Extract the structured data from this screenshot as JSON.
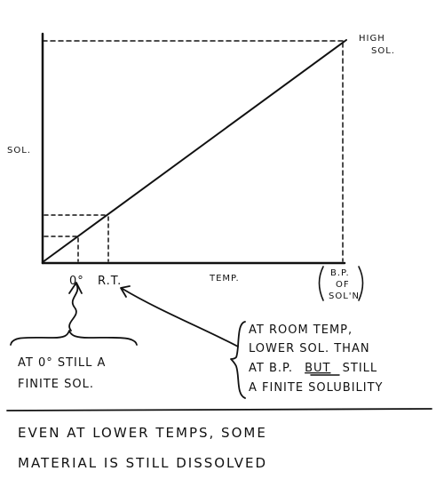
{
  "labels": {
    "high_sol_line1": "HIGH",
    "high_sol_line2": "SOL.",
    "y_axis": "SOL.",
    "x_axis": "TEMP.",
    "tick_zero": "0°",
    "tick_rt": "R.T.",
    "bp_line1": "B.P.",
    "bp_line2": "OF",
    "bp_line3": "SOL'N"
  },
  "annotations": {
    "zero_note_line1": "AT 0° STILL A",
    "zero_note_line2": "FINITE SOL.",
    "rt_note_line1": "AT ROOM TEMP,",
    "rt_note_line2": "LOWER SOL. THAN",
    "rt_note_line3": "AT B.P.",
    "rt_note_line3_underlined": "BUT",
    "rt_note_line3_end": "STILL",
    "rt_note_line4": "A FINITE SOLUBILITY"
  },
  "footer": {
    "line1": "EVEN AT LOWER TEMPS, SOME",
    "line2": "MATERIAL IS STILL DISSOLVED"
  },
  "colors": {
    "ink": "#111111",
    "paper": "#ffffff"
  }
}
